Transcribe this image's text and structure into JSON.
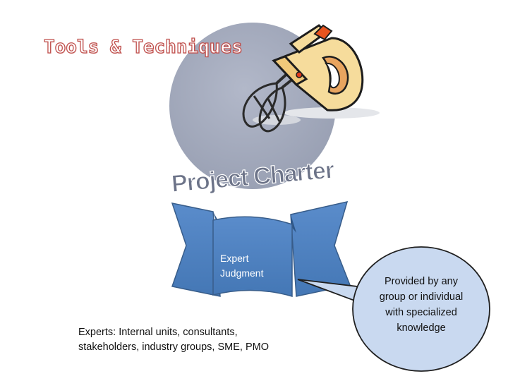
{
  "slide": {
    "title": "Tools & Techniques",
    "graphic_label": "Project Charter",
    "banner_label": "Expert Judgment",
    "experts_note": "Experts: Internal units, consultants, stakeholders, industry groups, SME, PMO",
    "callout": "Provided by any group or individual with specialized knowledge"
  },
  "colors": {
    "title_outline": "#c0504d",
    "circle": "#a3a9bb",
    "charter_text": "#6b7287",
    "banner_fill": "#4f81bd",
    "banner_stroke": "#385d8a",
    "bubble_fill": "#c9d9f0",
    "bubble_stroke": "#1f1f1f",
    "mixer_body": "#f6dc9c",
    "mixer_accent": "#e8541f"
  },
  "icons": [
    "hand-mixer-icon"
  ]
}
